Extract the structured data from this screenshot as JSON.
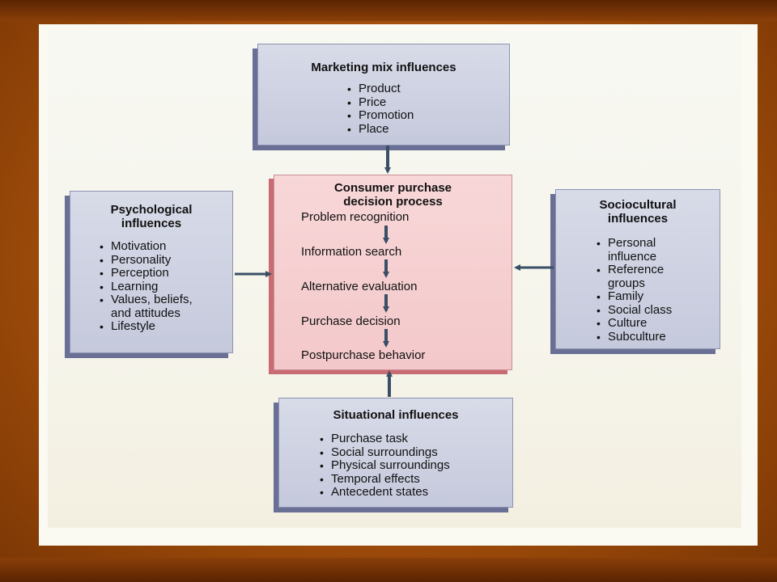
{
  "marketing": {
    "title": "Marketing mix influences",
    "items": [
      "Product",
      "Price",
      "Promotion",
      "Place"
    ]
  },
  "psychological": {
    "title_line1": "Psychological",
    "title_line2": "influences",
    "items": [
      "Motivation",
      "Personality",
      "Perception",
      "Learning",
      "Values, beliefs,",
      "Lifestyle"
    ],
    "item4_line2": "and attitudes"
  },
  "sociocultural": {
    "title_line1": "Sociocultural",
    "title_line2": "influences",
    "items": [
      "Personal",
      "Reference",
      "Family",
      "Social class",
      "Culture",
      "Subculture"
    ],
    "item0_line2": "influence",
    "item1_line2": "groups"
  },
  "situational": {
    "title": "Situational influences",
    "items": [
      "Purchase task",
      "Social surroundings",
      "Physical surroundings",
      "Temporal effects",
      "Antecedent states"
    ]
  },
  "process": {
    "title_line1": "Consumer purchase",
    "title_line2": "decision process",
    "steps": [
      "Problem recognition",
      "Information search",
      "Alternative evaluation",
      "Purchase decision",
      "Postpurchase behavior"
    ]
  },
  "colors": {
    "influence_box": "#c9cde0",
    "process_box": "#f5cdd0",
    "arrow": "#3a4f66",
    "background": "#a24e0b"
  }
}
